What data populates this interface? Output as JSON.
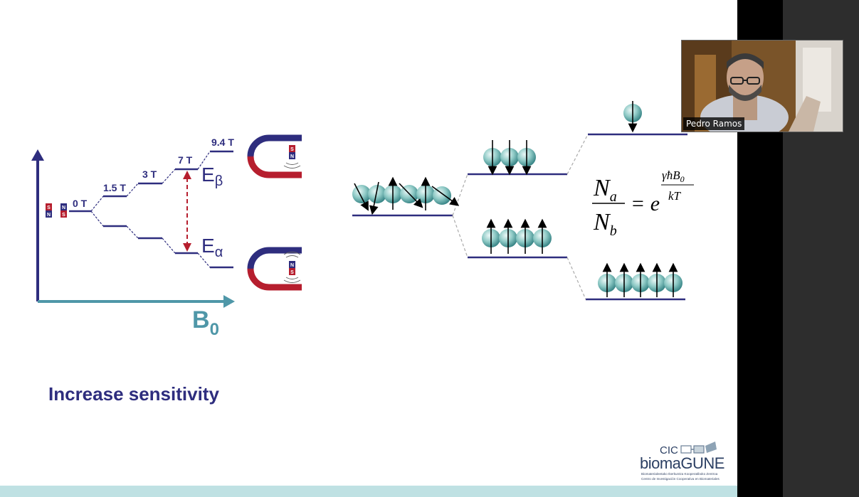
{
  "slide": {
    "fields": [
      "0 T",
      "1.5 T",
      "3 T",
      "7 T",
      "9.4 T"
    ],
    "e_beta": "E",
    "e_beta_sub": "β",
    "e_alpha": "E",
    "e_alpha_sub": "α",
    "b0": "B",
    "b0_sub": "0",
    "magnet_n": "N",
    "magnet_s": "S",
    "caption": "Increase sensitivity",
    "formula": {
      "num": "N",
      "num_sub": "a",
      "den": "N",
      "den_sub": "b",
      "equals": "= e",
      "exp_num": "γħB",
      "exp_num_sub": "0",
      "exp_den": "kT"
    },
    "logo": {
      "cic": "CIC",
      "name": "biomaGUNE",
      "tagline1": "Biomaterialeetako Ikerkuntza Kooperatiboko Zentroa",
      "tagline2": "Centro de Investigación Cooperativa en Biomateriales"
    },
    "colors": {
      "accent_blue": "#2e2d7e",
      "accent_red": "#b61e2e",
      "b0_teal": "#4f97a8",
      "footer": "#bfe1e3"
    }
  },
  "video": {
    "participant_name": "Pedro Ramos"
  }
}
